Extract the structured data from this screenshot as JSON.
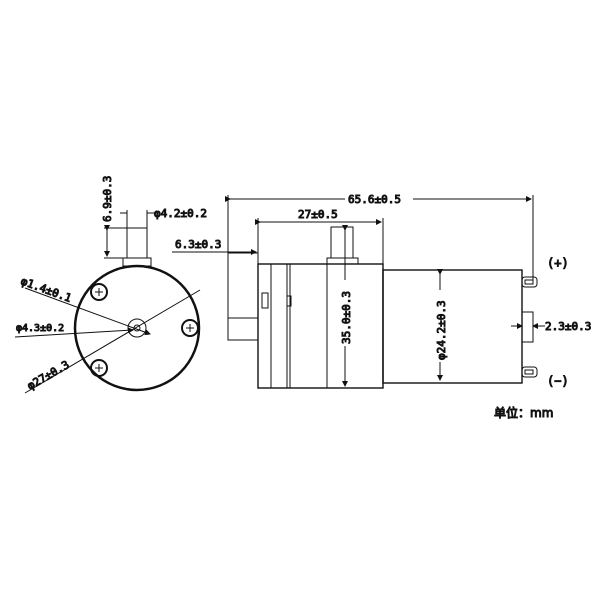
{
  "front_view": {
    "shaft_height": "6.9±0.3",
    "shaft_diameter": "φ4.2±0.2",
    "hole_diameter": "φ1.4±0.1",
    "hub_diameter": "φ4.3±0.2",
    "body_diameter": "φ27±0.3"
  },
  "side_view": {
    "overall_length": "65.6±0.5",
    "pump_head_length": "27±0.5",
    "offset": "6.3±0.3",
    "pump_head_height": "35.0±0.3",
    "motor_diameter": "φ24.2±0.3",
    "terminal_width": "2.3±0.3",
    "positive_terminal": "(+)",
    "negative_terminal": "(−)"
  },
  "units_label": "单位：mm",
  "colors": {
    "line": "#111111",
    "background": "#ffffff"
  }
}
